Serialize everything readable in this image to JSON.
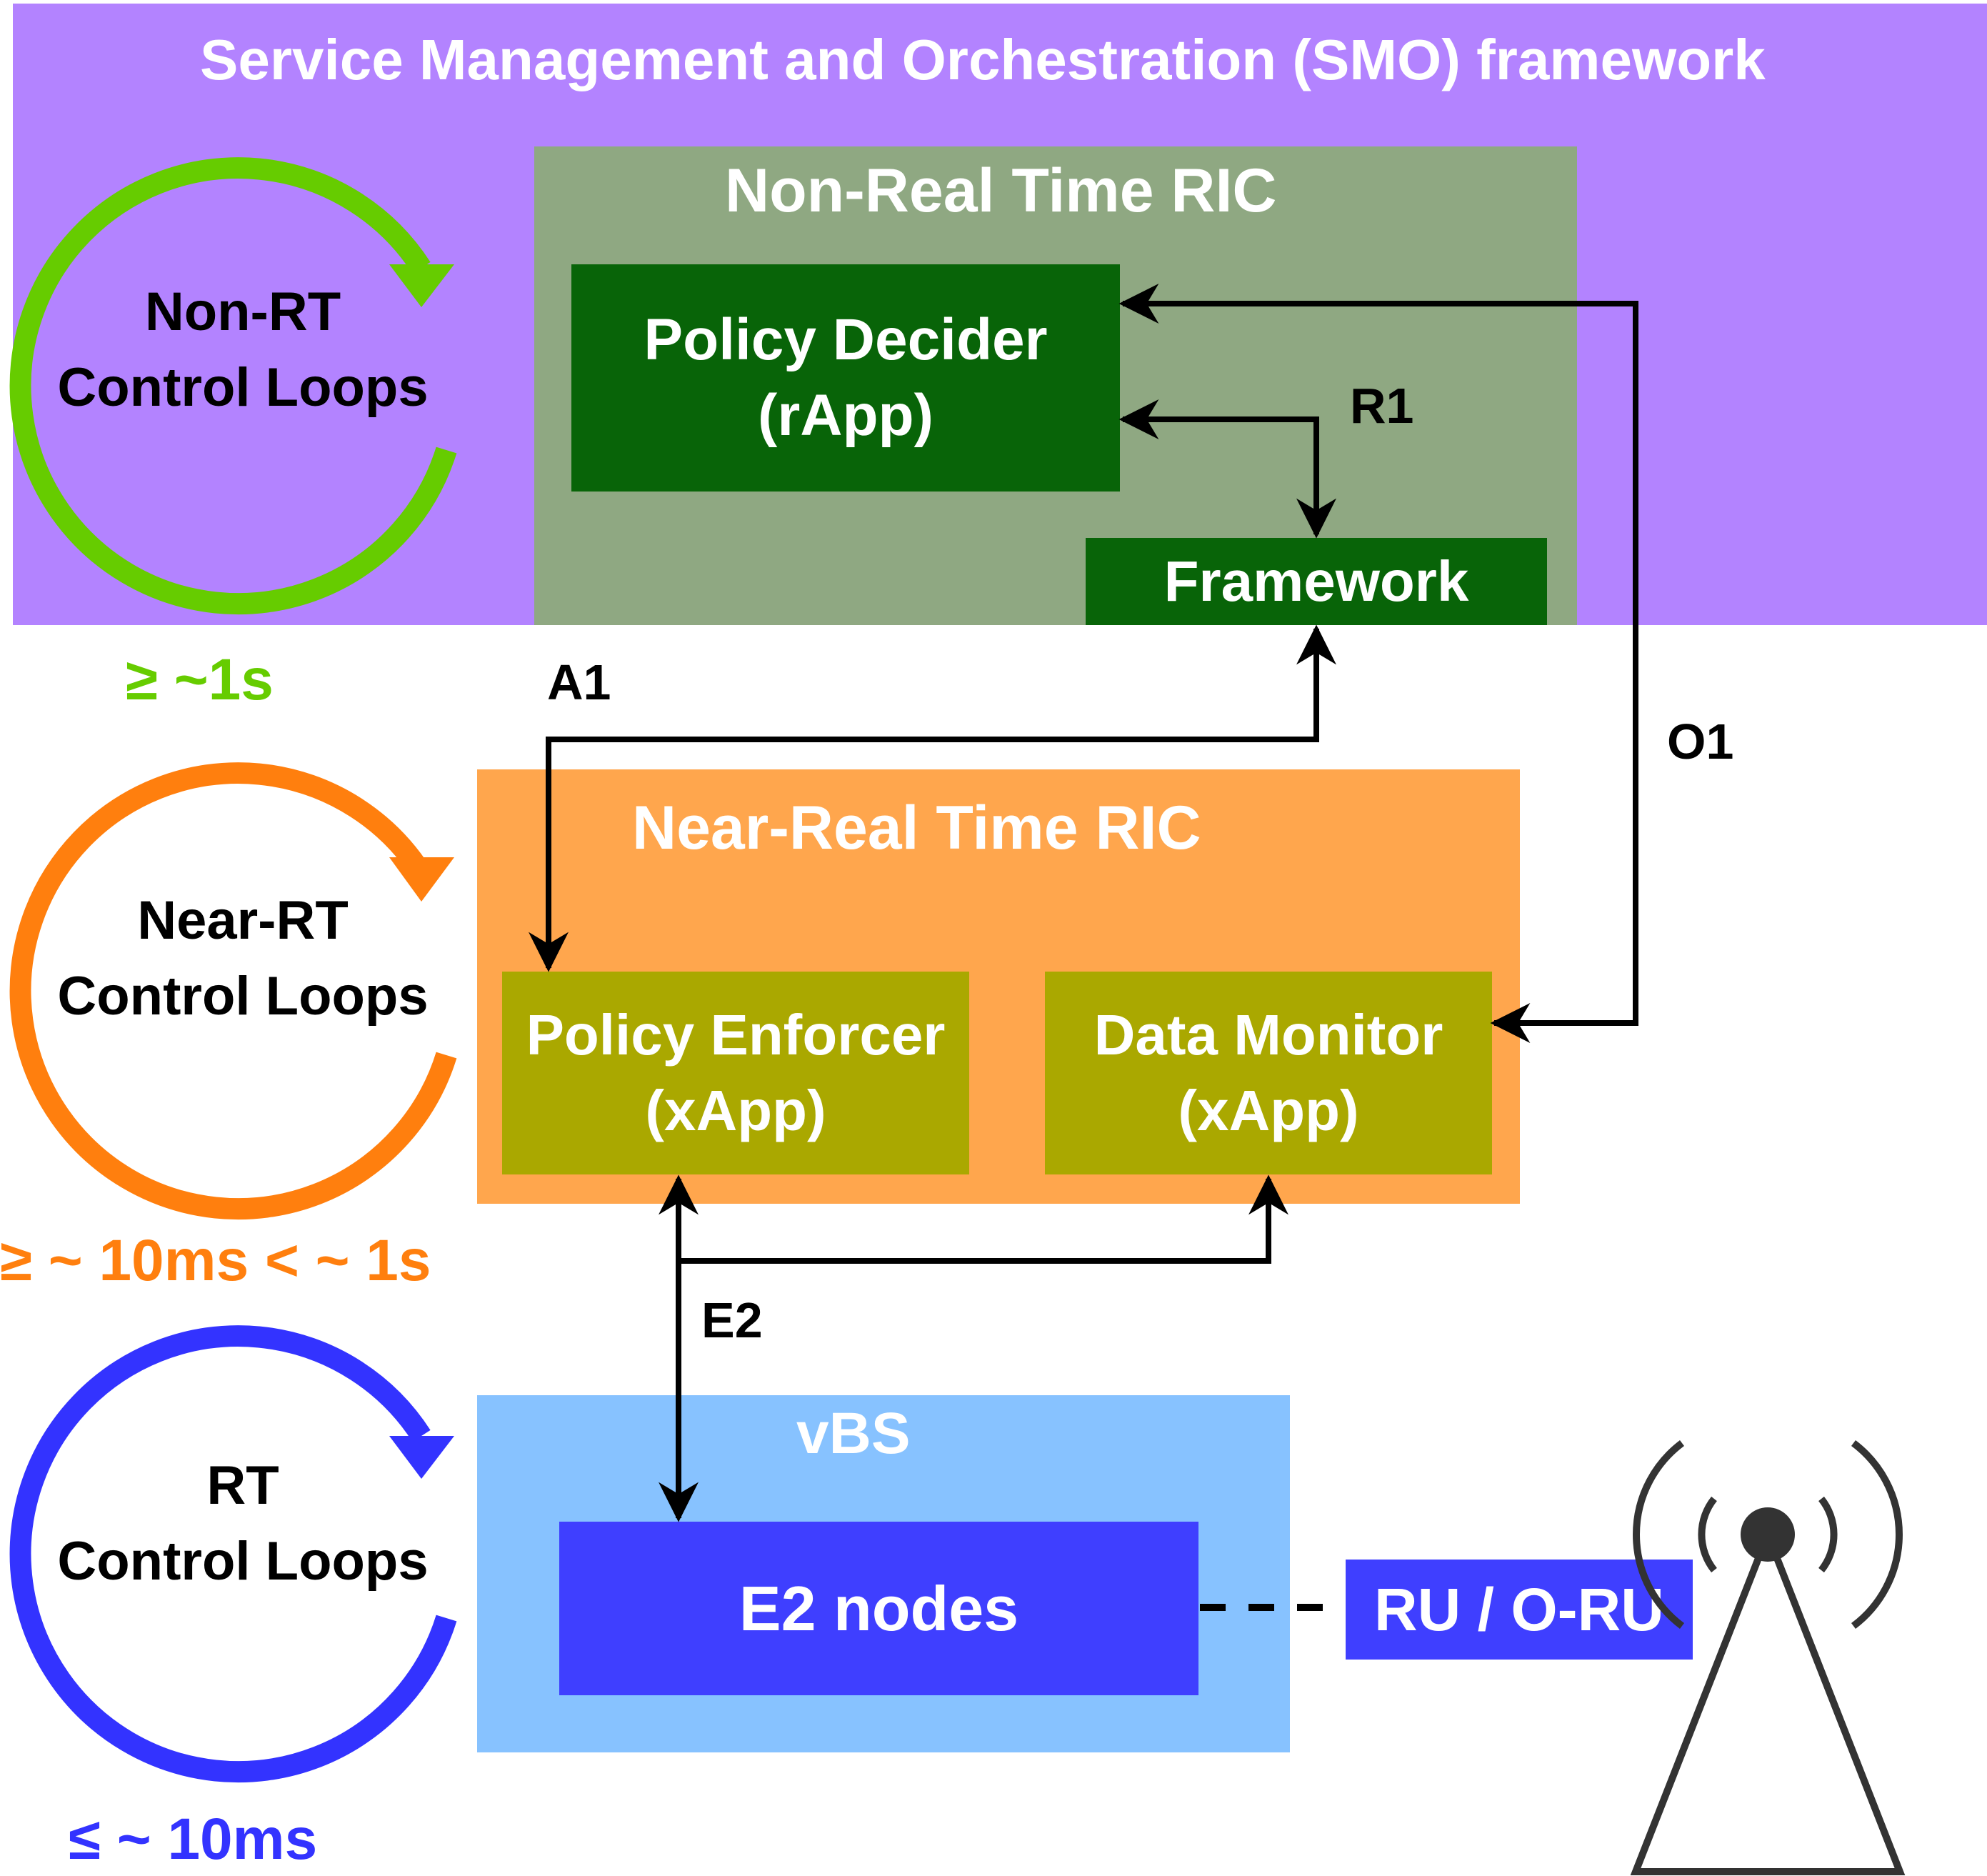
{
  "smo": {
    "title": "Service Management and Orchestration (SMO) framework"
  },
  "non_rt_ric": {
    "title": "Non-Real Time RIC",
    "policy_decider": {
      "line1": "Policy Decider",
      "line2": "(rApp)"
    },
    "framework": "Framework"
  },
  "near_rt_ric": {
    "title": "Near-Real Time RIC",
    "policy_enforcer": {
      "line1": "Policy Enforcer",
      "line2": "(xApp)"
    },
    "data_monitor": {
      "line1": "Data Monitor",
      "line2": "(xApp)"
    }
  },
  "vbs": {
    "title": "vBS",
    "e2_nodes": "E2 nodes"
  },
  "ru": "RU / O-RU",
  "interfaces": {
    "r1": "R1",
    "a1": "A1",
    "o1": "O1",
    "e2": "E2"
  },
  "loops": {
    "non_rt": {
      "line1": "Non-RT",
      "line2": "Control Loops",
      "timing": "≥ ~1s",
      "color": "#66cc00"
    },
    "near_rt": {
      "line1": "Near-RT",
      "line2": "Control Loops",
      "timing": "≥ ~ 10ms < ~ 1s",
      "color": "#ff7f0e"
    },
    "rt": {
      "line1": "RT",
      "line2": "Control Loops",
      "timing": "≤ ~ 10ms",
      "color": "#3333ff"
    }
  },
  "colors": {
    "smo": "#b383ff",
    "non_rt_ric": "#8fa882",
    "rapp": "#086408",
    "near_rt_ric": "#ffa64d",
    "xapp": "#aaa800",
    "vbs": "#87c2ff",
    "e2_nodes": "#3f3fff"
  }
}
